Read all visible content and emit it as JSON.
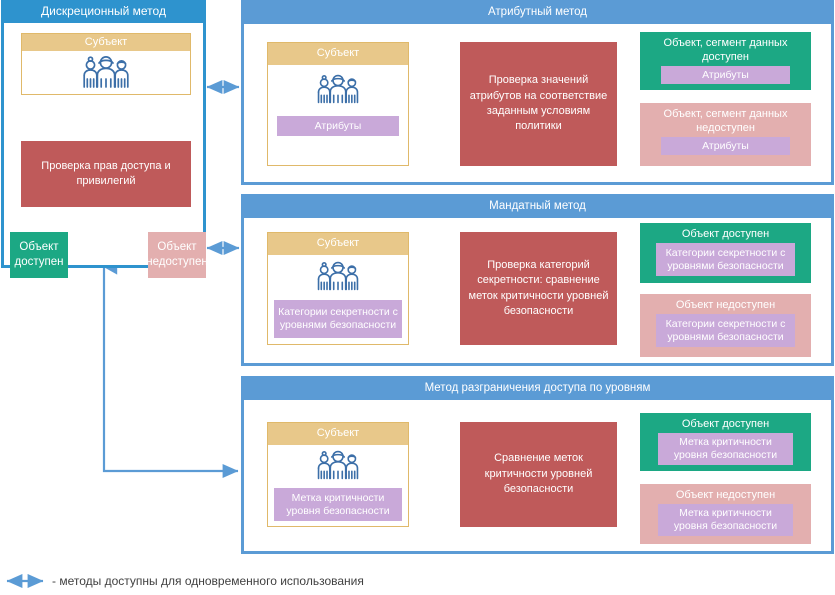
{
  "legend": {
    "text": "- методы доступны для одновременного использования",
    "arrow_color": "#5B9BD5"
  },
  "colors": {
    "panel_blue_left": "#2E93CE",
    "panel_blue_right": "#5B9BD5",
    "subject_header": "#E8C88A",
    "subject_border": "#E0B96A",
    "process_red": "#BF5A5A",
    "result_ok_teal": "#1CA884",
    "result_no_pink": "#E3AFAF",
    "tag_lilac": "#C9A9D9",
    "arrow_gray": "#595959",
    "icon_blue": "#3C6FA8"
  },
  "panels": {
    "discretionary": {
      "title": "Дискреционный метод",
      "subject_label": "Субъект",
      "process_text": "Проверка прав доступа и привилегий",
      "result_ok": "Объект доступен",
      "result_no": "Объект недоступен"
    },
    "attribute": {
      "title": "Атрибутный метод",
      "subject_label": "Субъект",
      "subject_tag": "Атрибуты",
      "process_text": "Проверка значений атрибутов на соответствие заданным условиям политики",
      "result_ok_title": "Объект, сегмент данных доступен",
      "result_ok_tag": "Атрибуты",
      "result_no_title": "Объект, сегмент данных недоступен",
      "result_no_tag": "Атрибуты"
    },
    "mandatory": {
      "title": "Мандатный метод",
      "subject_label": "Субъект",
      "subject_tag": "Категории секретности с уровнями безопасности",
      "process_text": "Проверка категорий секретности: сравнение меток критичности уровней безопасности",
      "result_ok_title": "Объект доступен",
      "result_ok_tag": "Категории секретности с уровнями безопасности",
      "result_no_title": "Объект недоступен",
      "result_no_tag": "Категории секретности с уровнями безопасности"
    },
    "levels": {
      "title": "Метод разграничения доступа по уровням",
      "subject_label": "Субъект",
      "subject_tag": "Метка критичности уровня безопасности",
      "process_text": "Сравнение меток критичности уровней безопасности",
      "result_ok_title": "Объект доступен",
      "result_ok_tag": "Метка критичности уровня безопасности",
      "result_no_title": "Объект недоступен",
      "result_no_tag": "Метка критичности уровня безопасности"
    }
  },
  "icons": {
    "people": "people-group-icon",
    "legend_arrow": "double-arrow-icon"
  }
}
